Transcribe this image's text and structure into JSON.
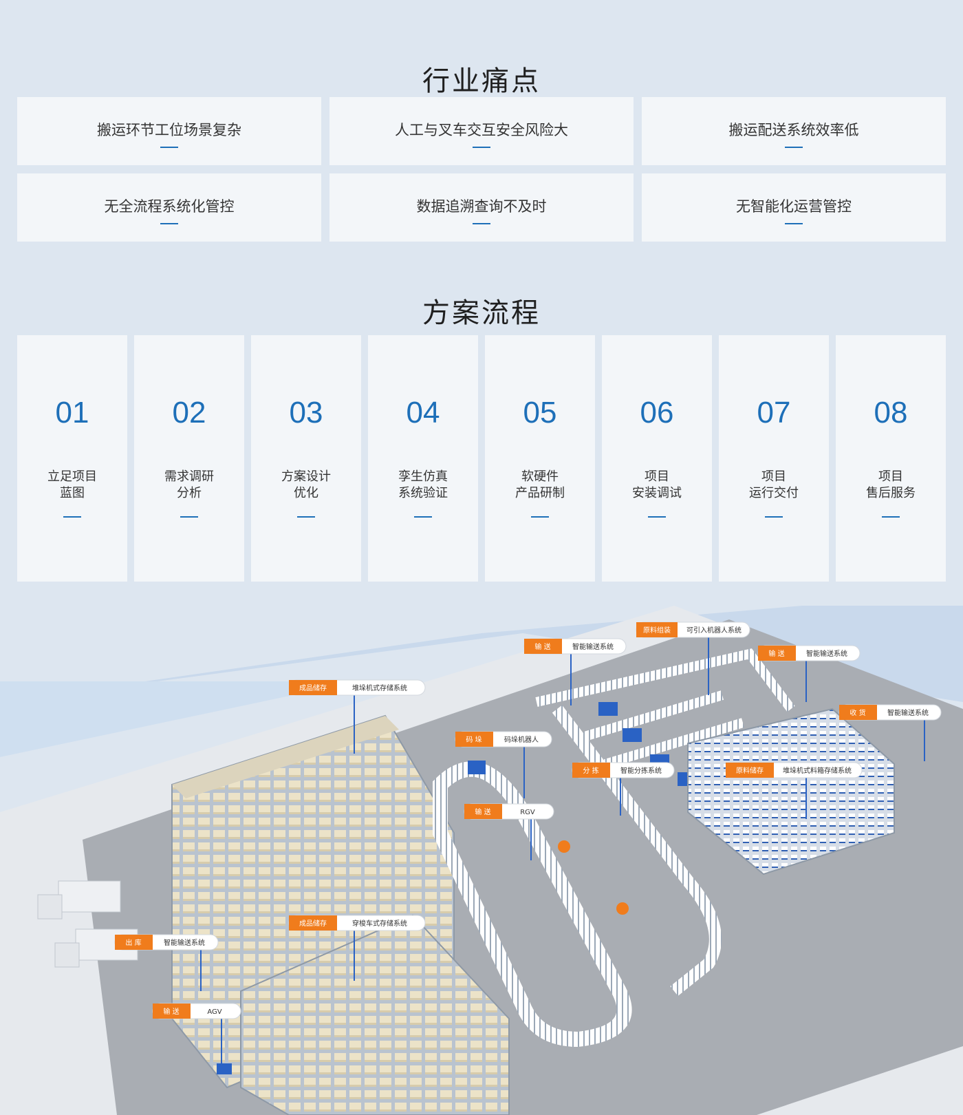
{
  "pain_section": {
    "title": "行业痛点",
    "items": [
      "搬运环节工位场景复杂",
      "人工与叉车交互安全风险大",
      "搬运配送系统效率低",
      "无全流程系统化管控",
      "数据追溯查询不及时",
      "无智能化运营管控"
    ]
  },
  "flow_section": {
    "title": "方案流程",
    "steps": [
      {
        "num": "01",
        "line1": "立足项目",
        "line2": "蓝图"
      },
      {
        "num": "02",
        "line1": "需求调研",
        "line2": "分析"
      },
      {
        "num": "03",
        "line1": "方案设计",
        "line2": "优化"
      },
      {
        "num": "04",
        "line1": "孪生仿真",
        "line2": "系统验证"
      },
      {
        "num": "05",
        "line1": "软硬件",
        "line2": "产品研制"
      },
      {
        "num": "06",
        "line1": "项目",
        "line2": "安装调试"
      },
      {
        "num": "07",
        "line1": "项目",
        "line2": "运行交付"
      },
      {
        "num": "08",
        "line1": "项目",
        "line2": "售后服务"
      }
    ]
  },
  "warehouse_callouts": [
    {
      "tag": "原料组装",
      "text": "可引入机器人系统"
    },
    {
      "tag": "输 送",
      "text": "智能输送系统"
    },
    {
      "tag": "输 送",
      "text": "智能输送系统"
    },
    {
      "tag": "成品储存",
      "text": "堆垛机式存储系统"
    },
    {
      "tag": "收 货",
      "text": "智能输送系统"
    },
    {
      "tag": "码 垛",
      "text": "码垛机器人"
    },
    {
      "tag": "分 拣",
      "text": "智能分拣系统"
    },
    {
      "tag": "原料储存",
      "text": "堆垛机式料箱存储系统"
    },
    {
      "tag": "输 送",
      "text": "RGV"
    },
    {
      "tag": "成品储存",
      "text": "穿梭车式存储系统"
    },
    {
      "tag": "出 库",
      "text": "智能输送系统"
    },
    {
      "tag": "输 送",
      "text": "AGV"
    }
  ],
  "colors": {
    "accent": "#1d6fb8",
    "tag_orange": "#f07c1c"
  }
}
